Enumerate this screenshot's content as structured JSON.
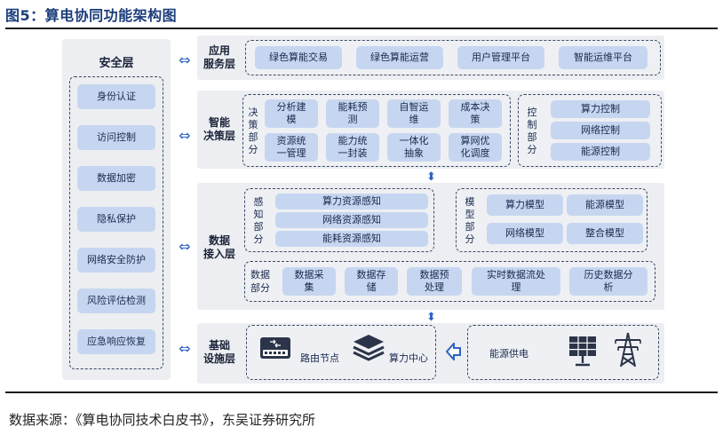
{
  "figure": {
    "title": "图5：算电协同功能架构图",
    "source": "数据来源：《算电协同技术白皮书》，东吴证券研究所"
  },
  "security": {
    "title": "安全层",
    "items": [
      "身份认证",
      "访问控制",
      "数据加密",
      "隐私保护",
      "网络安全防护",
      "风险评估检测",
      "应急响应恢复"
    ]
  },
  "application": {
    "label_line1": "应用",
    "label_line2": "服务层",
    "items": [
      "绿色算能交易",
      "绿色算能运营",
      "用户管理平台",
      "智能运维平台"
    ]
  },
  "decision": {
    "label_line1": "智能",
    "label_line2": "决策层",
    "decision_part_label": "决策部分",
    "decision_items": [
      {
        "line1": "分析建",
        "line2": "模"
      },
      {
        "line1": "能耗预",
        "line2": "测"
      },
      {
        "line1": "自智运",
        "line2": "维"
      },
      {
        "line1": "成本决",
        "line2": "策"
      },
      {
        "line1": "资源统",
        "line2": "一管理"
      },
      {
        "line1": "能力统",
        "line2": "一封装"
      },
      {
        "line1": "一体化",
        "line2": "抽象"
      },
      {
        "line1": "算网优",
        "line2": "化调度"
      }
    ],
    "control_part_label": "控制部分",
    "control_items": [
      "算力控制",
      "网络控制",
      "能源控制"
    ]
  },
  "access": {
    "label_line1": "数据",
    "label_line2": "接入层",
    "sensing_part_label": "感知部分",
    "sensing_items": [
      "算力资源感知",
      "网络资源感知",
      "能耗资源感知"
    ],
    "model_part_label": "模型部分",
    "model_items": [
      "算力模型",
      "能源模型",
      "网络模型",
      "整合模型"
    ],
    "data_part_label_line1": "数据",
    "data_part_label_line2": "部分",
    "data_items": [
      {
        "line1": "数据采",
        "line2": "集"
      },
      {
        "line1": "数据存",
        "line2": "储"
      },
      {
        "line1": "数据预",
        "line2": "处理"
      },
      {
        "line1": "实时数据流处",
        "line2": "理"
      },
      {
        "line1": "历史数据分",
        "line2": "析"
      }
    ]
  },
  "infrastructure": {
    "label_line1": "基础",
    "label_line2": "设施层",
    "router_label": "路由节点",
    "compute_label": "算力中心",
    "energy_label": "能源供电",
    "icons": [
      "router-icon",
      "layers-icon",
      "solar-panel-icon",
      "power-tower-icon"
    ]
  },
  "colors": {
    "chip_fill": "#c7d6f0",
    "band_fill": "#eceef1",
    "accent_arrow": "#2e63c6",
    "title_blue": "#1b3d7a"
  }
}
